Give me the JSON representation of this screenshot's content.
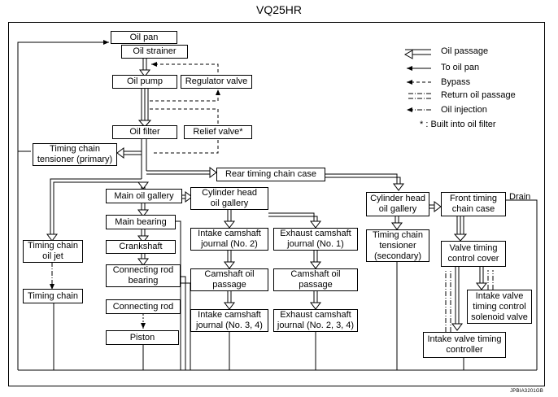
{
  "title": "VQ25HR",
  "code": "JPBIA3201GB",
  "boxes": {
    "oil_pan": "Oil pan",
    "oil_strainer": "Oil strainer",
    "oil_pump": "Oil pump",
    "regulator_valve": "Regulator valve",
    "oil_filter": "Oil filter",
    "relief_valve": "Relief valve*",
    "tc_tensioner_primary_1": "Timing chain",
    "tc_tensioner_primary_2": "tensioner (primary)",
    "rear_case": "Rear timing chain case",
    "main_oil_gallery": "Main oil gallery",
    "cyl_gallery_left_1": "Cylinder head",
    "cyl_gallery_left_2": "oil gallery",
    "main_bearing": "Main bearing",
    "crankshaft": "Crankshaft",
    "conrod_bearing_1": "Connecting rod",
    "conrod_bearing_2": "bearing",
    "conrod": "Connecting rod",
    "piston": "Piston",
    "tc_oil_jet_1": "Timing chain",
    "tc_oil_jet_2": "oil jet",
    "timing_chain": "Timing chain",
    "intake_journal_1": "Intake camshaft",
    "intake_journal_2": "journal (No. 2)",
    "exhaust_journal_1": "Exhaust camshaft",
    "exhaust_journal_2": "journal (No. 1)",
    "cam_passage_left_1": "Camshaft oil",
    "cam_passage_left_2": "passage",
    "cam_passage_right_1": "Camshaft oil",
    "cam_passage_right_2": "passage",
    "intake_journal34_1": "Intake camshaft",
    "intake_journal34_2": "journal (No. 3, 4)",
    "exhaust_journal234_1": "Exhaust camshaft",
    "exhaust_journal234_2": "journal (No. 2, 3, 4)",
    "cyl_gallery_right_1": "Cylinder head",
    "cyl_gallery_right_2": "oil gallery",
    "tc_tensioner_secondary_1": "Timing chain",
    "tc_tensioner_secondary_2": "tensioner",
    "tc_tensioner_secondary_3": "(secondary)",
    "front_case_1": "Front timing",
    "front_case_2": "chain case",
    "drain": "Drain",
    "vt_cover_1": "Valve timing",
    "vt_cover_2": "control cover",
    "ivt_solenoid_1": "Intake valve",
    "ivt_solenoid_2": "timing control",
    "ivt_solenoid_3": "solenoid valve",
    "ivt_controller_1": "Intake valve timing",
    "ivt_controller_2": "controller"
  },
  "legend": {
    "oil_passage": "Oil passage",
    "to_oil_pan": "To oil pan",
    "bypass": "Bypass",
    "return_oil_passage": "Return oil passage",
    "oil_injection": "Oil injection",
    "built_into_filter": "* : Built into oil filter"
  }
}
